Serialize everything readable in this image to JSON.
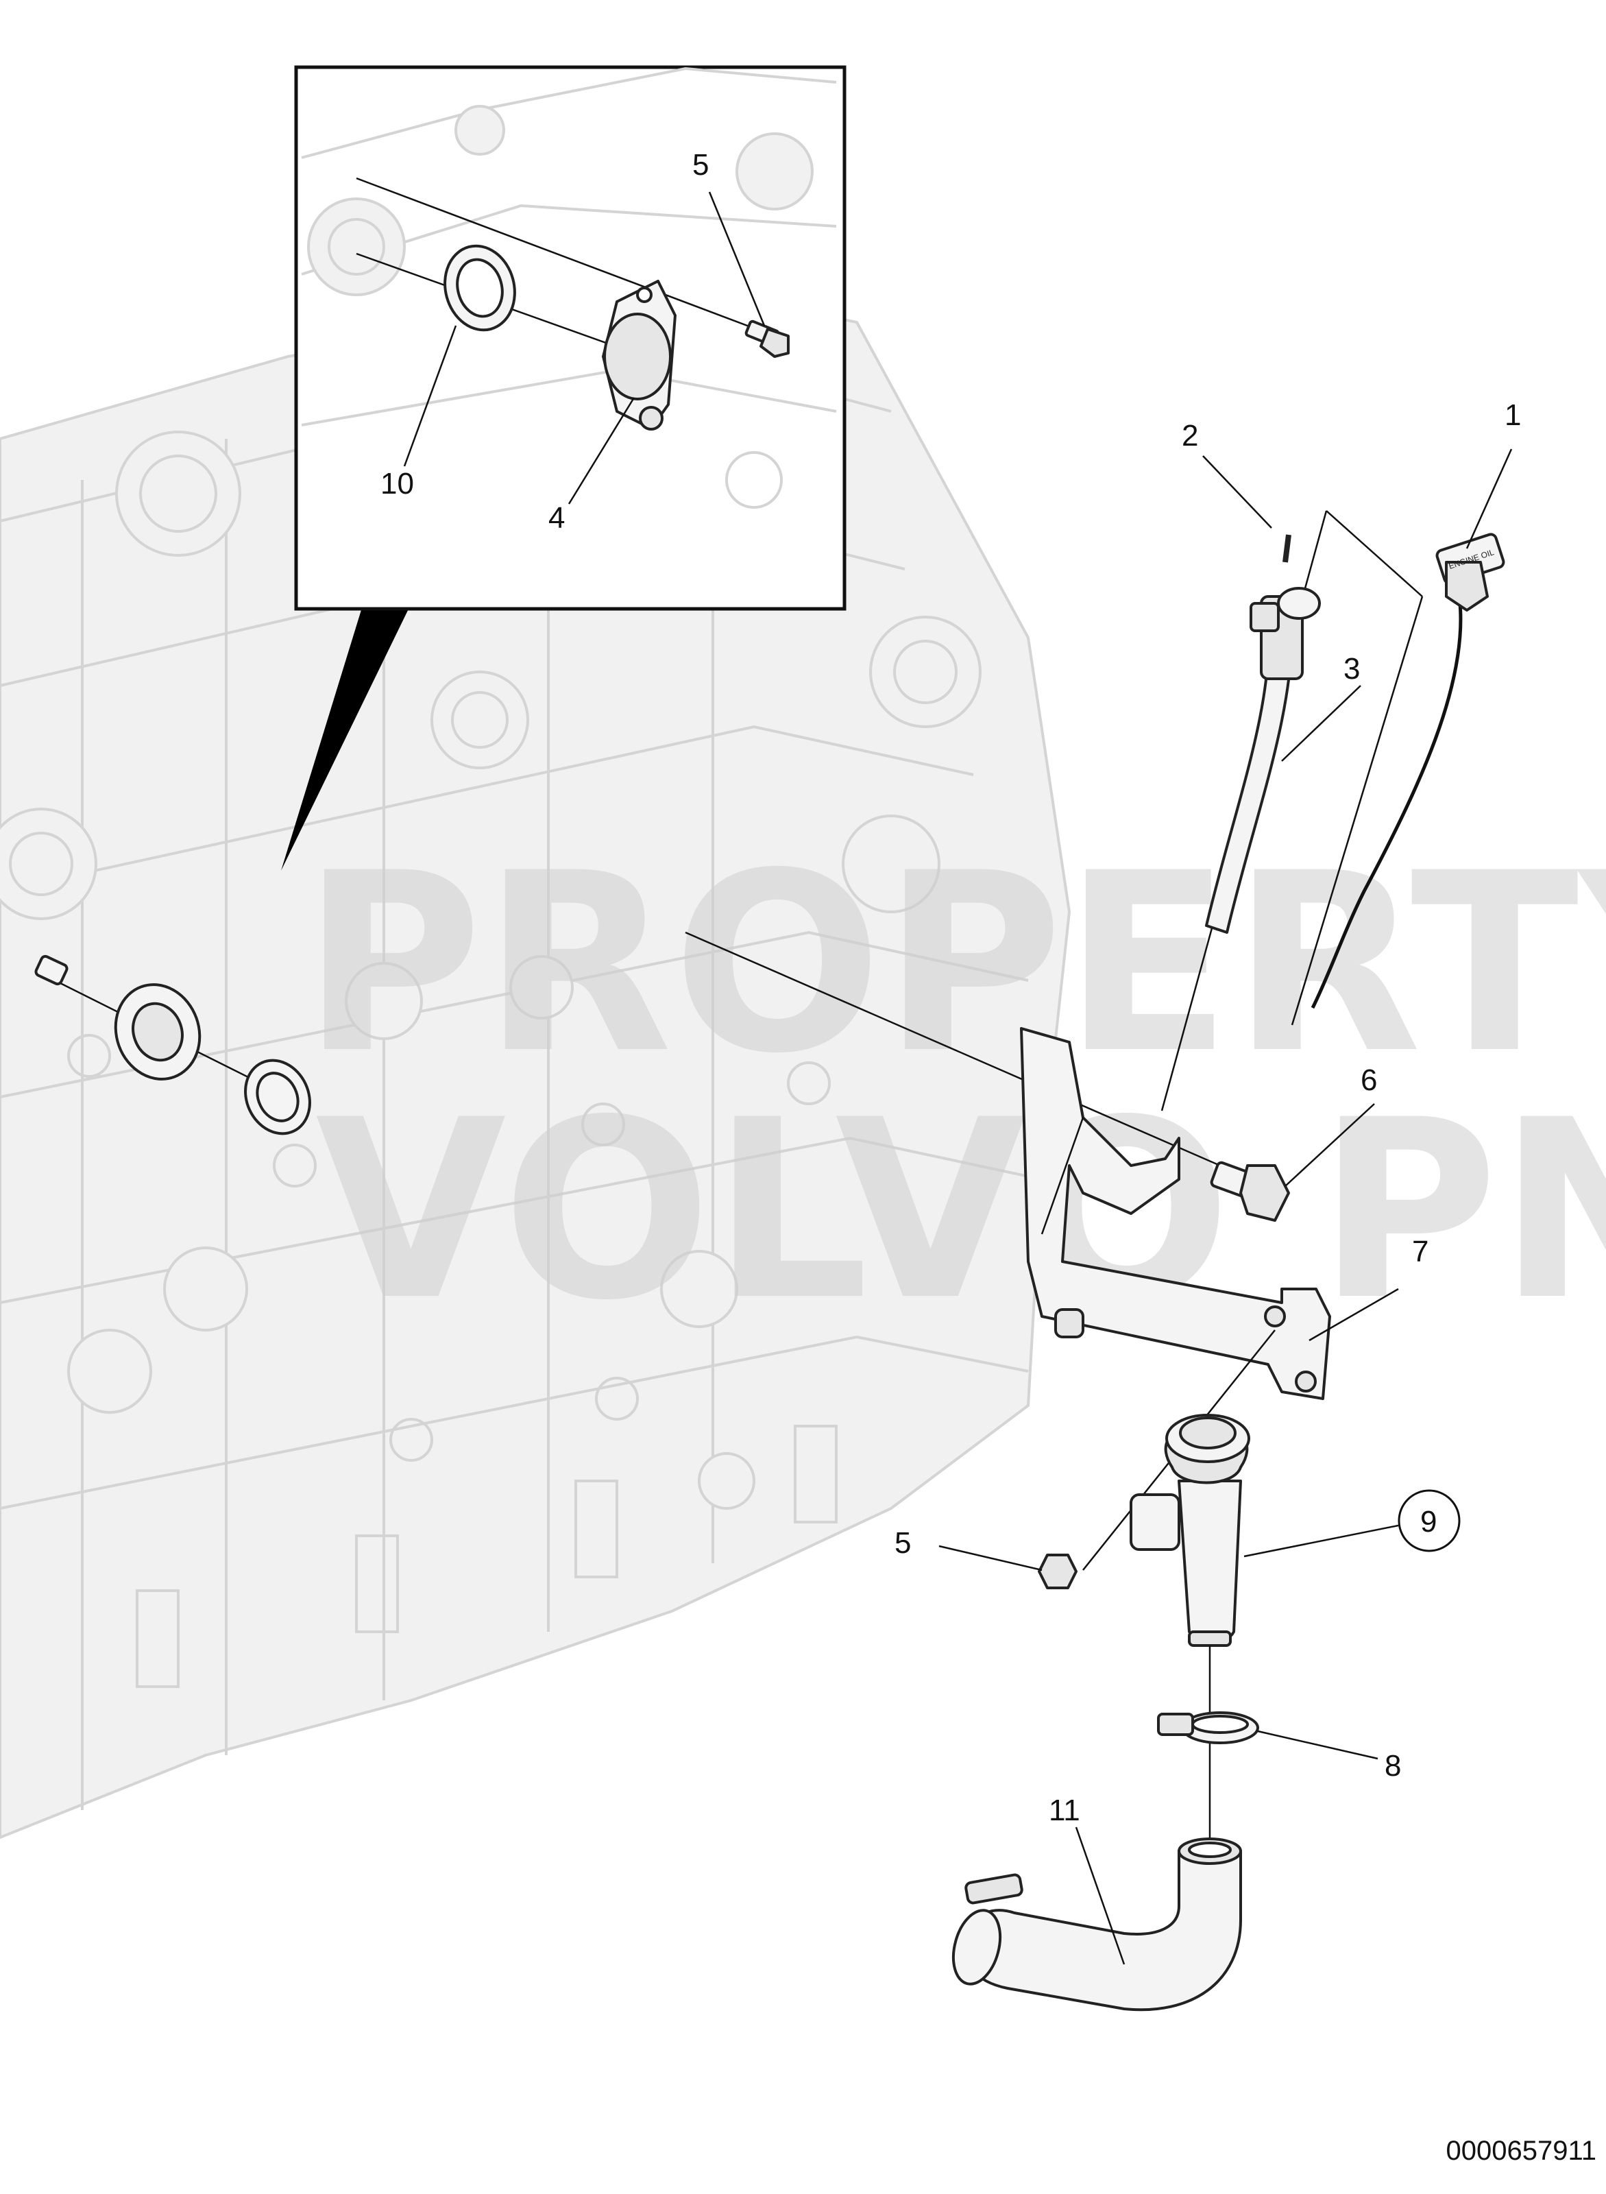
{
  "watermark": {
    "line1": "PROPERTY",
    "line2": "VOLVO PN"
  },
  "callouts": [
    {
      "id": "c-5-inset",
      "label": "5"
    },
    {
      "id": "c-10",
      "label": "10"
    },
    {
      "id": "c-4",
      "label": "4"
    },
    {
      "id": "c-2",
      "label": "2"
    },
    {
      "id": "c-1",
      "label": "1"
    },
    {
      "id": "c-3",
      "label": "3"
    },
    {
      "id": "c-6",
      "label": "6"
    },
    {
      "id": "c-7",
      "label": "7"
    },
    {
      "id": "c-9",
      "label": "9"
    },
    {
      "id": "c-5",
      "label": "5"
    },
    {
      "id": "c-8",
      "label": "8"
    },
    {
      "id": "c-11",
      "label": "11"
    }
  ],
  "dipstick_tag_text": "ENGINE OIL",
  "footer": {
    "illustration_id": "0000657911"
  }
}
